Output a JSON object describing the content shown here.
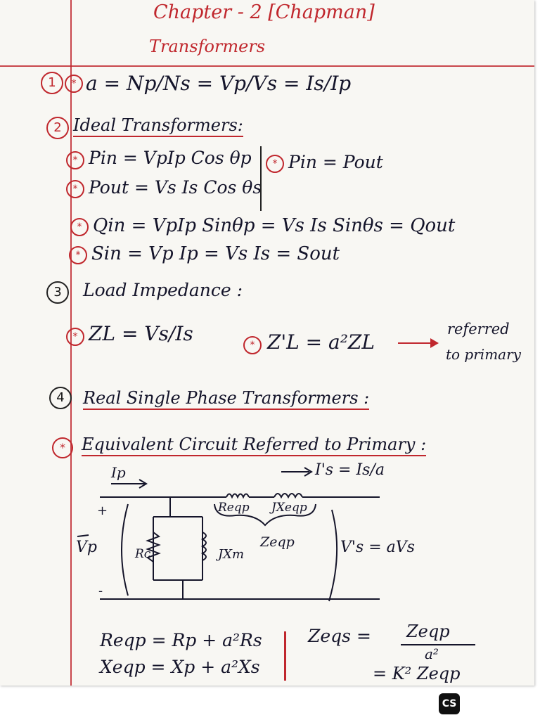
{
  "title": {
    "line1": "Chapter - 2 [Chapman]",
    "line2": "Transformers"
  },
  "section1": {
    "number": "1",
    "formula": "a = Np/Ns = Vp/Vs = Is/Ip"
  },
  "section2": {
    "number": "2",
    "heading": "Ideal Transformers:",
    "pin": "Pin = VpIp Cos θp",
    "pout": "Pout = Vs Is Cos θs",
    "pin_eq_pout": "Pin = Pout",
    "q": "Qin = VpIp Sinθp = Vs Is Sinθs = Qout",
    "s": "Sin = Vp Ip = Vs Is = Sout"
  },
  "section3": {
    "number": "3",
    "heading": "Load Impedance :",
    "zl": "ZL = Vs/Is",
    "zl_prime": "Z'L = a²ZL",
    "note_line1": "referred",
    "note_line2": "to primary"
  },
  "section4": {
    "number": "4",
    "heading": "Real Single Phase Transformers :"
  },
  "equivalent": {
    "heading": "Equivalent Circuit Referred to Primary :",
    "ip": "Ip",
    "is_prime": "I's = Is/a",
    "reqp": "Reqp",
    "jxeqp": "JXeqp",
    "zeqp": "Zeqp",
    "rc": "Rc",
    "jxm": "JXm",
    "vp": "Vp",
    "vs_prime": "V's = aVs",
    "plus": "+",
    "minus": "-"
  },
  "bottom": {
    "reqp": "Reqp = Rp + a²Rs",
    "xeqp": "Xeqp = Xp + a²Xs",
    "zeqs_lhs": "Zeqs =",
    "zeqs_num": "Zeqp",
    "zeqs_den": "a²",
    "zeqs_line2": "= K² Zeqp"
  },
  "logo": "CS"
}
